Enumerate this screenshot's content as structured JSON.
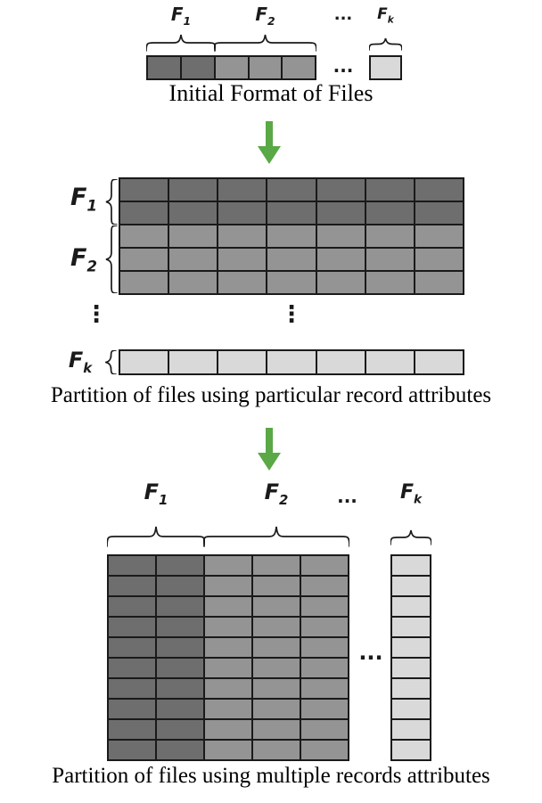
{
  "colors": {
    "dark": "#6e6e6e",
    "medium": "#949494",
    "light": "#d9d9d9",
    "cell_border": "#1a1a1a",
    "arrow_green": "#5aa846",
    "text": "#000000"
  },
  "top_section": {
    "labels": {
      "f1": {
        "base": "F",
        "sub": "1"
      },
      "f2": {
        "base": "F",
        "sub": "2"
      },
      "dots": "...",
      "fk": {
        "base": "F",
        "sub": "k"
      }
    },
    "row_dots": "...",
    "caption": "Initial Format of Files",
    "grids": {
      "f1": {
        "rows": 1,
        "cols": 2,
        "color": "dark"
      },
      "f2": {
        "rows": 1,
        "cols": 3,
        "color": "medium"
      },
      "fk": {
        "rows": 1,
        "cols": 1,
        "color": "light"
      }
    }
  },
  "middle_section": {
    "labels": {
      "f1": {
        "base": "F",
        "sub": "1"
      },
      "f2": {
        "base": "F",
        "sub": "2"
      },
      "fk": {
        "base": "F",
        "sub": "k"
      }
    },
    "vdots_left": "⋮",
    "vdots_center": "⋮",
    "caption": "Partition of files using particular record attributes",
    "grids": {
      "f1": {
        "rows": 2,
        "cols": 7,
        "color": "dark"
      },
      "f2": {
        "rows": 3,
        "cols": 7,
        "color": "medium"
      },
      "fk": {
        "rows": 1,
        "cols": 7,
        "color": "light"
      }
    }
  },
  "bottom_section": {
    "labels": {
      "f1": {
        "base": "F",
        "sub": "1"
      },
      "f2": {
        "base": "F",
        "sub": "2"
      },
      "dots": "...",
      "fk": {
        "base": "F",
        "sub": "k"
      }
    },
    "mid_dots": "...",
    "caption": "Partition of files using multiple records attributes",
    "grids": {
      "f1": {
        "rows": 10,
        "cols": 2,
        "color": "dark"
      },
      "f2": {
        "rows": 10,
        "cols": 3,
        "color": "medium"
      },
      "fk": {
        "rows": 10,
        "cols": 1,
        "color": "light"
      }
    }
  }
}
